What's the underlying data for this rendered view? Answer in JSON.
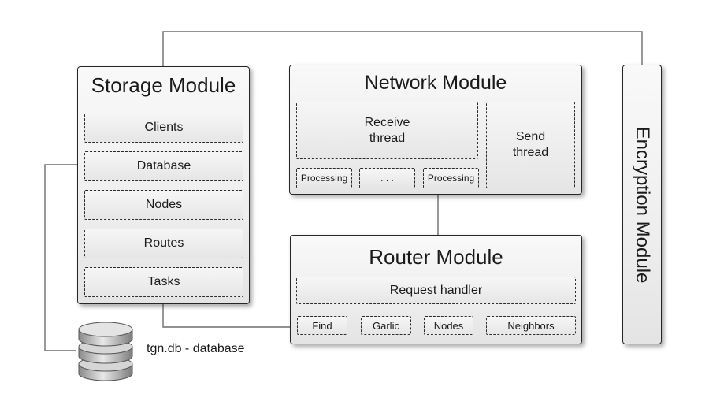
{
  "storage_module": {
    "title": "Storage Module",
    "items": [
      "Clients",
      "Database",
      "Nodes",
      "Routes",
      "Tasks"
    ]
  },
  "network_module": {
    "title": "Network Module",
    "receive_thread": "Receive\nthread",
    "send_thread": "Send\nthread",
    "workers": [
      "Processing",
      ". . .",
      "Processing"
    ]
  },
  "router_module": {
    "title": "Router Module",
    "request_handler": "Request handler",
    "handlers": [
      "Find",
      "Garlic",
      "Nodes",
      "Neighbors"
    ]
  },
  "encryption_module": {
    "title": "Encryption Module"
  },
  "database": {
    "icon": "database-cylinder-icon",
    "label": "tgn.db - database"
  }
}
